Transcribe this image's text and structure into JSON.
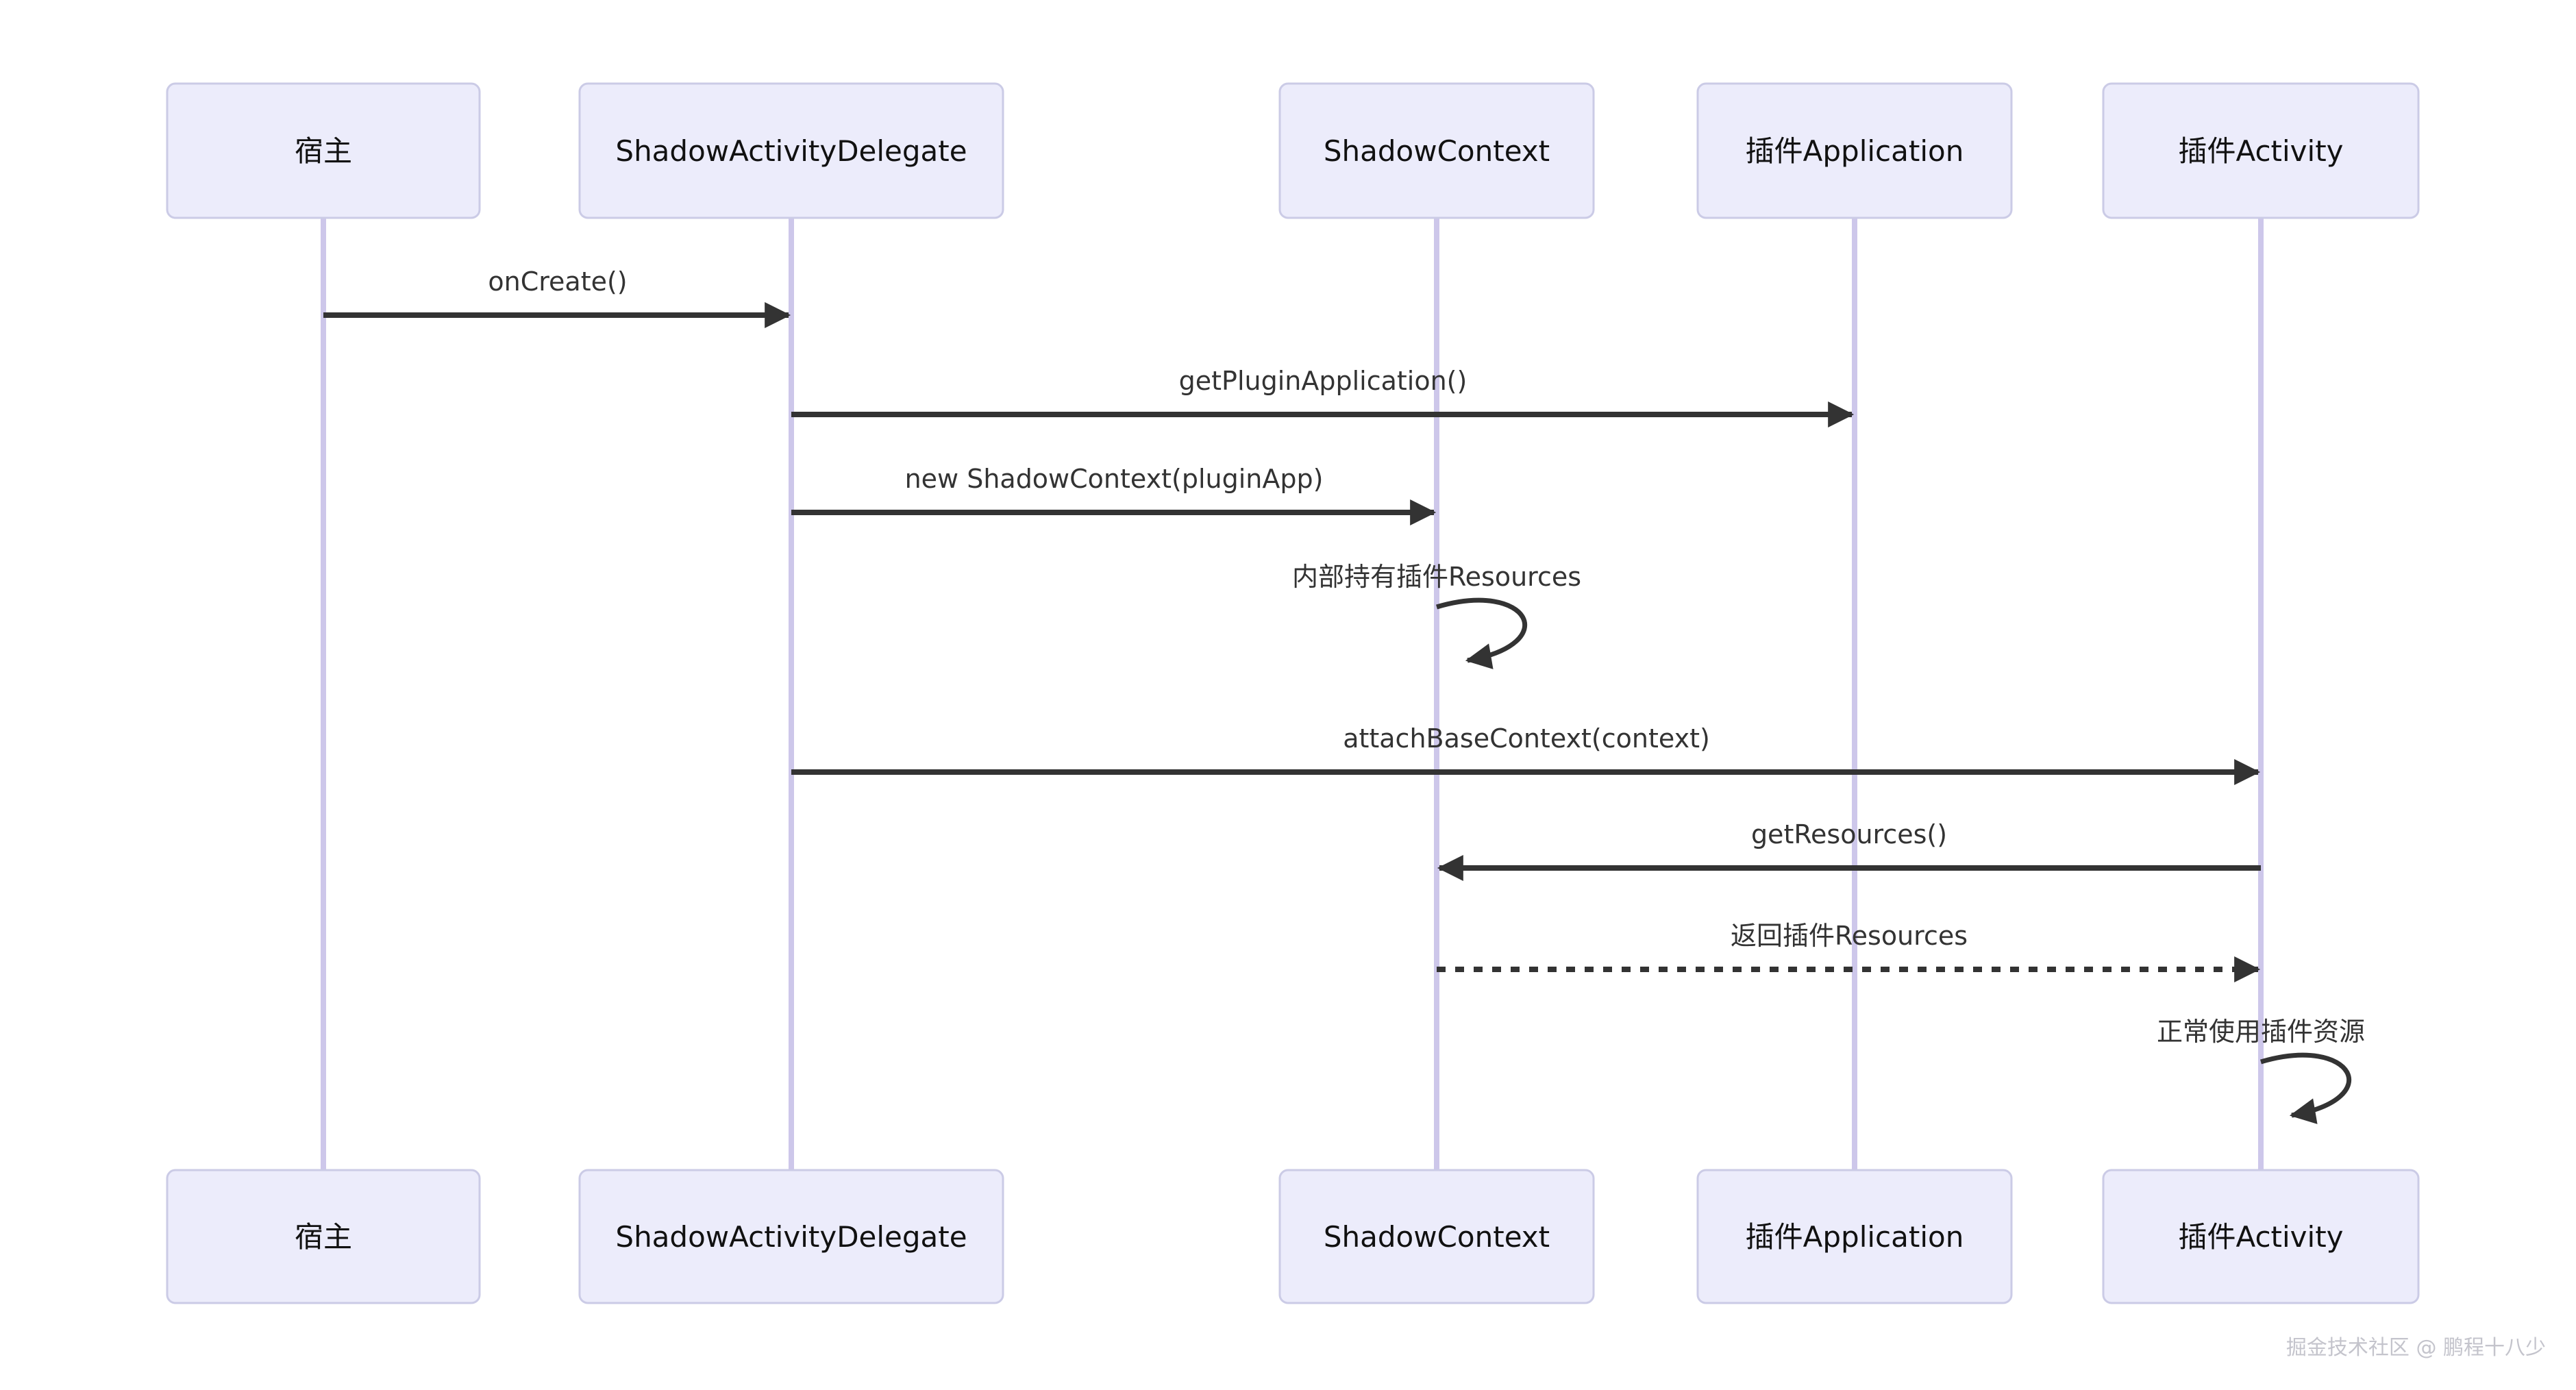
{
  "diagram": {
    "type": "sequence-diagram",
    "background": "#FFFFFF",
    "actors": [
      {
        "id": "host",
        "label": "宿主"
      },
      {
        "id": "shadow-activity-delegate",
        "label": "ShadowActivityDelegate"
      },
      {
        "id": "shadow-context",
        "label": "ShadowContext"
      },
      {
        "id": "plugin-application",
        "label": "插件Application"
      },
      {
        "id": "plugin-activity",
        "label": "插件Activity"
      }
    ],
    "messages": [
      {
        "index": 1,
        "from": "宿主",
        "to": "ShadowActivityDelegate",
        "label": "onCreate()",
        "line": "solid",
        "direction": "right"
      },
      {
        "index": 2,
        "from": "ShadowActivityDelegate",
        "to": "插件Application",
        "label": "getPluginApplication()",
        "line": "solid",
        "direction": "right"
      },
      {
        "index": 3,
        "from": "ShadowActivityDelegate",
        "to": "ShadowContext",
        "label": "new ShadowContext(pluginApp)",
        "line": "solid",
        "direction": "right"
      },
      {
        "index": 4,
        "from": "ShadowContext",
        "to": "ShadowContext",
        "label": "内部持有插件Resources",
        "line": "solid",
        "direction": "self"
      },
      {
        "index": 5,
        "from": "ShadowActivityDelegate",
        "to": "插件Activity",
        "label": "attachBaseContext(context)",
        "line": "solid",
        "direction": "right"
      },
      {
        "index": 6,
        "from": "插件Activity",
        "to": "ShadowContext",
        "label": "getResources()",
        "line": "solid",
        "direction": "left"
      },
      {
        "index": 7,
        "from": "ShadowContext",
        "to": "插件Activity",
        "label": "返回插件Resources",
        "line": "dashed",
        "direction": "right"
      },
      {
        "index": 8,
        "from": "插件Activity",
        "to": "插件Activity",
        "label": "正常使用插件资源",
        "line": "solid",
        "direction": "self"
      }
    ],
    "watermark": "掘金技术社区 @ 鹏程十八少",
    "colors": {
      "actor_fill": "#ECECFB",
      "actor_border": "#CBCBE6",
      "actor_text": "#111111",
      "lifeline": "#CDC7EA",
      "arrow": "#333333",
      "message_text": "#333333",
      "watermark_text": "#C4C4CC"
    }
  }
}
